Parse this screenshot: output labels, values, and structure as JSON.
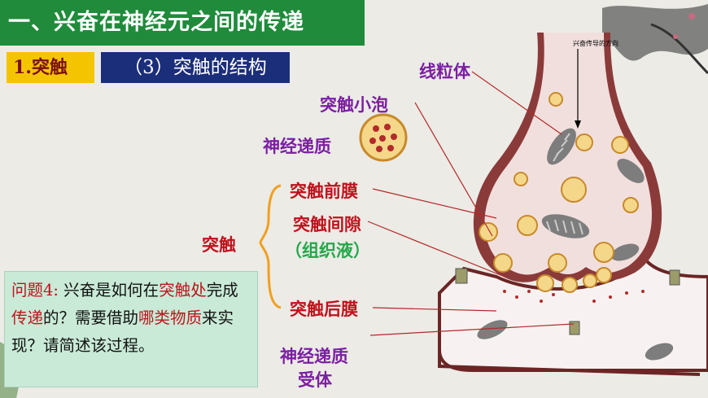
{
  "header": {
    "title": "一、兴奋在神经元之间的传递"
  },
  "section": {
    "number_label": "1.突触",
    "subtitle": "（3）突触的结构"
  },
  "labels": {
    "mitochondria": "线粒体",
    "vesicle": "突触小泡",
    "neurotransmitter": "神经递质",
    "pre_membrane": "突触前膜",
    "cleft": "突触间隙",
    "tissue_fluid": "（组织液）",
    "synapse": "突触",
    "post_membrane": "突触后膜",
    "receptor_line1": "神经递质",
    "receptor_line2": "受体",
    "direction": "兴奋传导的方向"
  },
  "question": {
    "prefix": "问题4:",
    "t1": " 兴奋是如何在",
    "r1": "突触处",
    "t2": "完成",
    "r2": "传递",
    "t3": "的？需要借助",
    "r3": "哪类物质",
    "t4": "来实现？请简述该过程。"
  },
  "colors": {
    "title_bar": "#1f8b3b",
    "tag_yellow": "#f5c400",
    "tag_blue": "#1b2e7a",
    "label_purple": "#7b1fa2",
    "label_red": "#c0121c",
    "label_green": "#23a84a",
    "question_bg": "#c9ead7"
  }
}
